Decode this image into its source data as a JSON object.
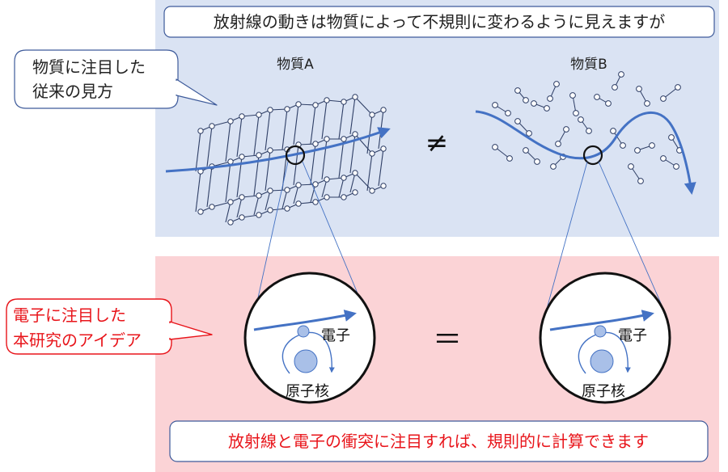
{
  "top_caption": "放射線の動きは物質によって不規則に変わるように見えますが",
  "conventional_callout": {
    "line1": "物質に注目した",
    "line2": "従来の見方"
  },
  "idea_callout": {
    "line1": "電子に注目した",
    "line2": "本研究のアイデア"
  },
  "material_a_label": "物質A",
  "material_b_label": "物質B",
  "not_equal_symbol": "≠",
  "equal_symbol": "＝",
  "electron_label": "電子",
  "nucleus_label": "原子核",
  "bottom_caption": "放射線と電子の衝突に注目すれば、規則的に計算できます",
  "colors": {
    "top_panel": "#dae3f3",
    "bottom_panel": "#fbd3d6",
    "ray": "#4472c4",
    "structure": "#2f3f66",
    "idea_red": "#e8141a",
    "callout_border": "#3d5a9a"
  }
}
